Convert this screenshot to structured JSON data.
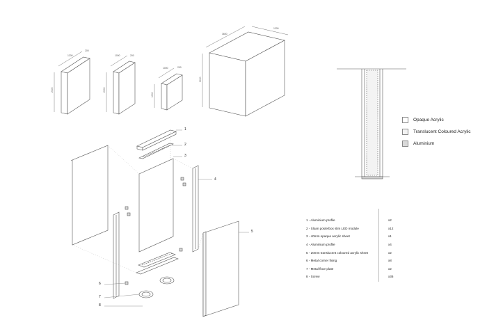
{
  "legend": [
    {
      "label": "Opaque Acrylic",
      "color": "#ffffff"
    },
    {
      "label": "Translucent Coloured Acrylic",
      "color": "#f3f3f3"
    },
    {
      "label": "Aluminium",
      "color": "#d9d9d9"
    }
  ],
  "parts": [
    {
      "label": "1 - Aluminium profile",
      "qty": "x2"
    },
    {
      "label": "2 - Sloan posterbox slim LED module",
      "qty": "x12"
    },
    {
      "label": "3 - 40mm opaque acrylic sheet",
      "qty": "x1"
    },
    {
      "label": "4 - Aluminium profile",
      "qty": "x4"
    },
    {
      "label": "5 - 20mm translucent coloured acrylic sheet",
      "qty": "x2"
    },
    {
      "label": "6 - Metal corner fixing",
      "qty": "x8"
    },
    {
      "label": "7 - Metal floor plate",
      "qty": "x2"
    },
    {
      "label": "8 - Screw",
      "qty": "x36"
    }
  ],
  "callouts": [
    "1",
    "2",
    "3",
    "4",
    "5",
    "6",
    "7",
    "8"
  ],
  "dimensions": {
    "box1_w": "1200",
    "box1_d": "200",
    "box1_h": "2000",
    "box2_w": "1000",
    "box2_d": "200",
    "box2_h": "2000",
    "box3_w": "1000",
    "box3_d": "200",
    "box3_h": "1000",
    "box4_w": "3600",
    "box4_d": "1200",
    "box4_h": "3000"
  }
}
